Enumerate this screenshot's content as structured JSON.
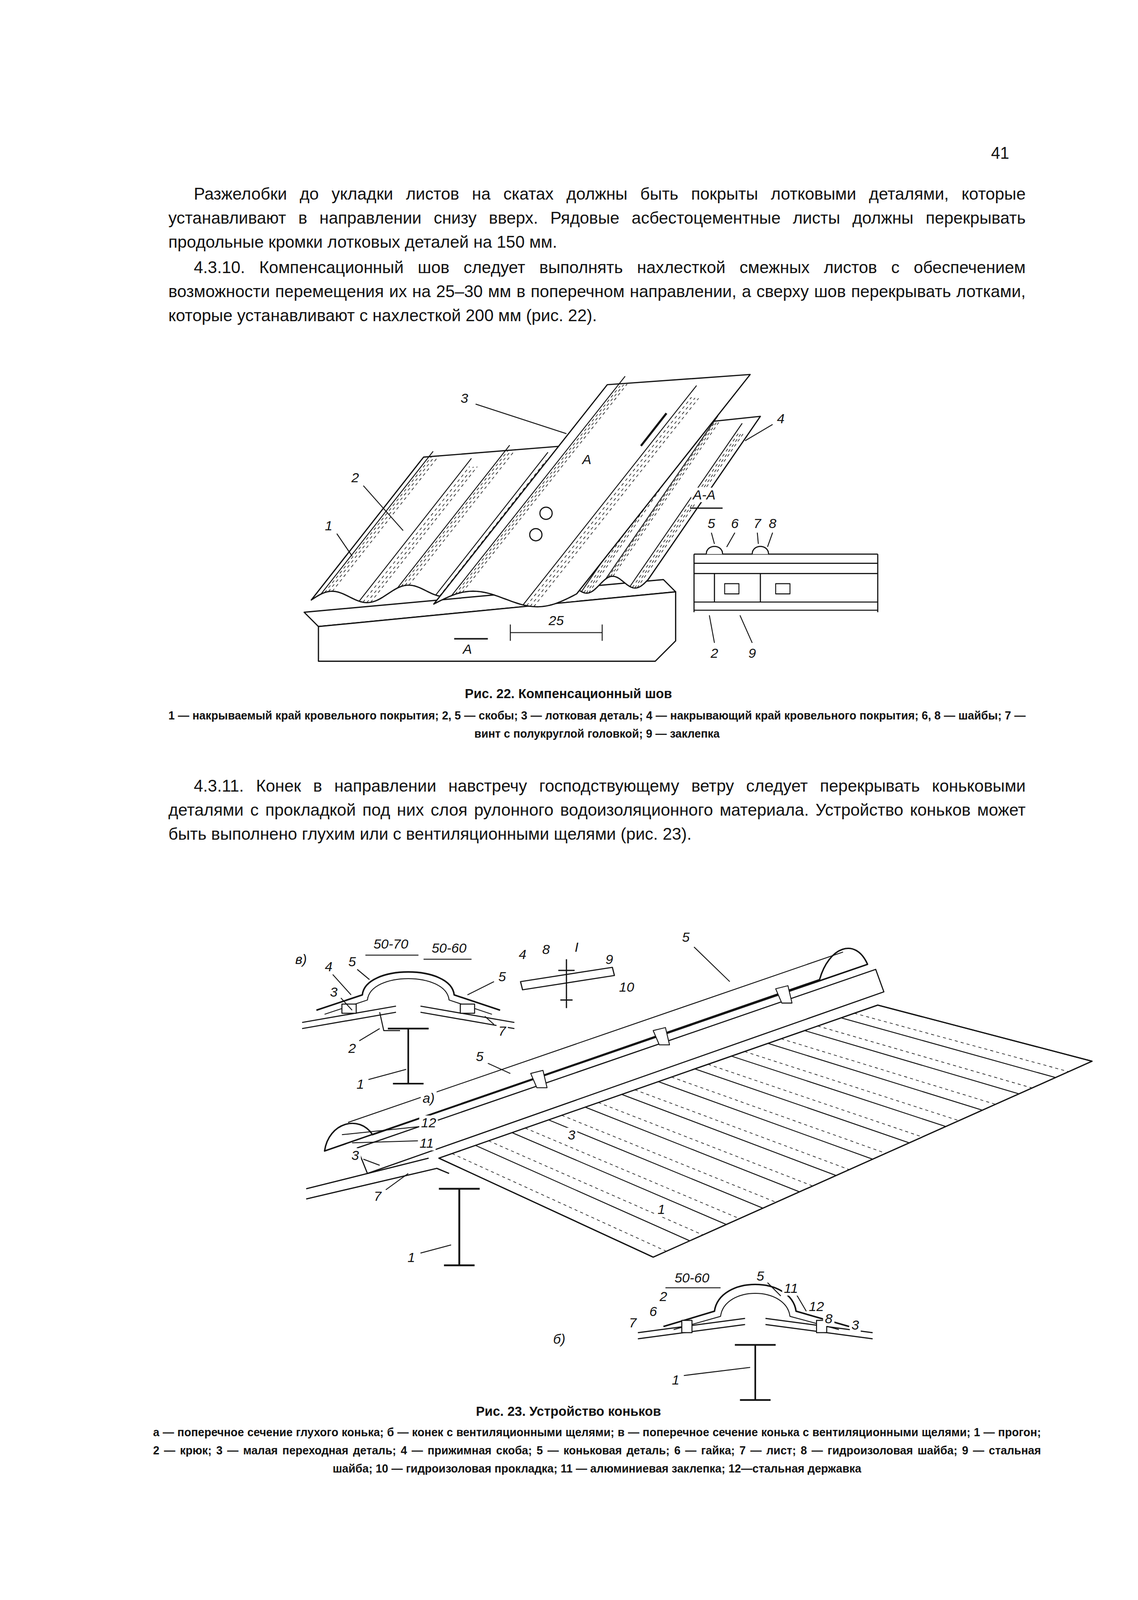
{
  "diagram": {
    "labels": [
      "41",
      "Разжелобки до укладки листов на скатах должны быть покрыты лотковыми деталями, которые устанавливают в направлении снизу вверх. Рядовые асбестоцементные листы должны перекрывать продольные кромки лотковых деталей на 150 мм.",
      "4.3.10. Компенсационный шов следует выполнять нахлесткой смежных листов с обеспечением возможности перемещения их на 25–30 мм в поперечном направлении, а сверху шов перекрывать лотками, которые устанавливают с нахлесткой 200 мм (рис. 22).",
      "Рис. 22. Компенсационный шов",
      "1 — накрываемый край кровельного покрытия; 2, 5 — скобы; 3 — лотковая деталь; 4 — накрывающий край кровельного покрытия; 6, 8 — шайбы; 7 — винт с полукруглой головкой; 9 — заклепка",
      "4.3.11. Конек в направлении навстречу господствующему ветру следует перекрывать коньковыми деталями с прокладкой под них слоя рулонного водоизоляционного материала. Устройство коньков может быть выполнено глухим или с вентиляционными щелями (рис. 23).",
      "Рис. 23. Устройство коньков",
      "а — поперечное сечение глухого конька; б — конек с вентиляционными щелями; в — поперечное сечение конька с вентиляционными щелями; 1 — прогон; 2 — крюк; 3 — малая переходная деталь; 4 — прижимная скоба; 5 — коньковая деталь; 6 — гайка; 7 — лист; 8 — гидроизоловая шайба; 9 — стальная шайба; 10 — гидроизоловая прокладка; 11 — алюминиевая заклепка; 12—стальная державка",
      "3",
      "4",
      "2",
      "1",
      "А",
      "А",
      "25",
      "А-А",
      "5",
      "6",
      "7",
      "8",
      "2",
      "9",
      "в)",
      "4",
      "5",
      "50-70",
      "50-60",
      "3",
      "2",
      "1",
      "5",
      "7",
      "4",
      "8",
      "I",
      "9",
      "10",
      "5",
      "5",
      "а)",
      "12",
      "11",
      "3",
      "7",
      "1",
      "3",
      "1",
      "50-60",
      "5",
      "11",
      "12",
      "2",
      "6",
      "7",
      "8",
      "3",
      "1",
      "б)"
    ]
  }
}
